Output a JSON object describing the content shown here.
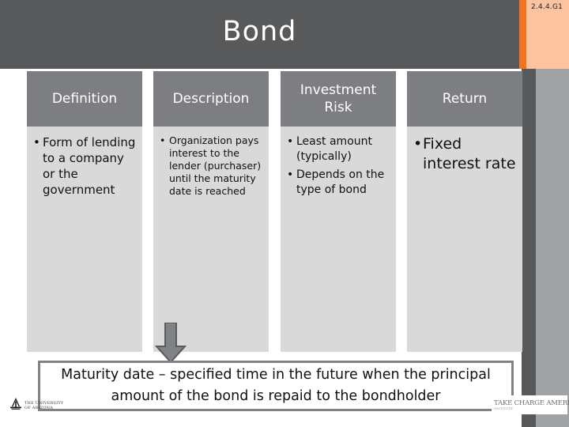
{
  "slide": {
    "title": "Bond",
    "corner_code": "2.4.4.G1",
    "colors": {
      "header_band": "#58595b",
      "accent_orange": "#f47321",
      "peach": "#fbc3a0",
      "column_header": "#7c7e81",
      "column_body": "#d9d9d9",
      "right_gray": "#a0a2a4",
      "callout_border": "#808285",
      "title_text": "#ffffff"
    }
  },
  "table": {
    "columns": [
      {
        "header": "Definition",
        "items": [
          "Form of lending to a company or the government"
        ]
      },
      {
        "header": "Description",
        "items": [
          "Organization pays interest to the lender (purchaser) until the maturity date is reached"
        ]
      },
      {
        "header": "Investment Risk",
        "items": [
          "Least amount (typically)",
          "Depends on the type of bond"
        ]
      },
      {
        "header": "Return",
        "items": [
          "Fixed interest rate"
        ]
      }
    ]
  },
  "callout": {
    "text": "Maturity date – specified time in the future when the principal amount of the bond is repaid to the bondholder",
    "arrow_icon": "down-arrow-icon"
  },
  "footer": {
    "left_logo": {
      "icon": "university-logo-icon",
      "line1": "THE UNIVERSITY",
      "line2": "OF ARIZONA"
    },
    "right_logo": {
      "name": "TAKE CHARGE AMERICA",
      "tagline": "INSTITUTE"
    }
  }
}
